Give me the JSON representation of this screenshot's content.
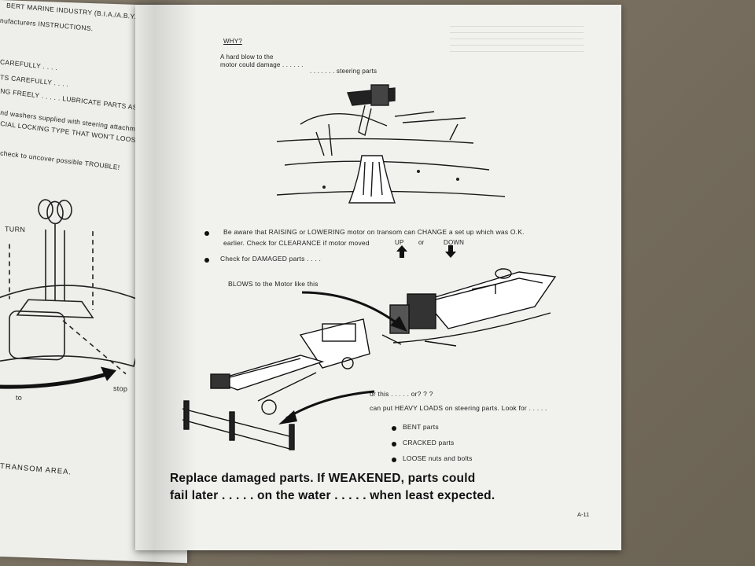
{
  "left_page": {
    "lines": [
      "BERT MARINE INDUSTRY (B.I.A./A.B.Y.C.)",
      "nufacturers INSTRUCTIONS.",
      "CAREFULLY . . . .",
      "TS CAREFULLY . . . .",
      "NG FREELY . . . . . LUBRICATE PARTS AS",
      "nd washers supplied with steering attachment",
      "CIAL LOCKING TYPE THAT WON'T LOOSEN",
      "check to uncover possible TROUBLE!",
      "TRANSOM AREA."
    ],
    "diagram_labels": {
      "turn": "TURN",
      "to": "to",
      "stop": "stop"
    }
  },
  "right_page": {
    "why": "WHY?",
    "blow_line1": "A hard blow to the",
    "blow_line2": "motor could damage . . . . . .",
    "steering_parts": ". . . . . . . steering parts",
    "bullet1_line1": "Be aware that RAISING or LOWERING motor on transom can CHANGE a set up which was O.K.",
    "bullet1_line2": "earlier. Check for CLEARANCE if motor moved",
    "up": "UP",
    "or": "or",
    "down": "DOWN",
    "bullet2": "Check for DAMAGED parts . . . .",
    "blows_label": "BLOWS to the Motor like this",
    "or_this": "or this . . . . . or? ? ?",
    "heavy_loads": "can put HEAVY LOADS on steering parts. Look for . . . . .",
    "checks": [
      "BENT parts",
      "CRACKED parts",
      "LOOSE nuts and bolts"
    ],
    "headline1": "Replace damaged parts. If WEAKENED, parts could",
    "headline2": "fail later . . . . . on the water . . . . . when least expected.",
    "page_number": "A-11"
  }
}
